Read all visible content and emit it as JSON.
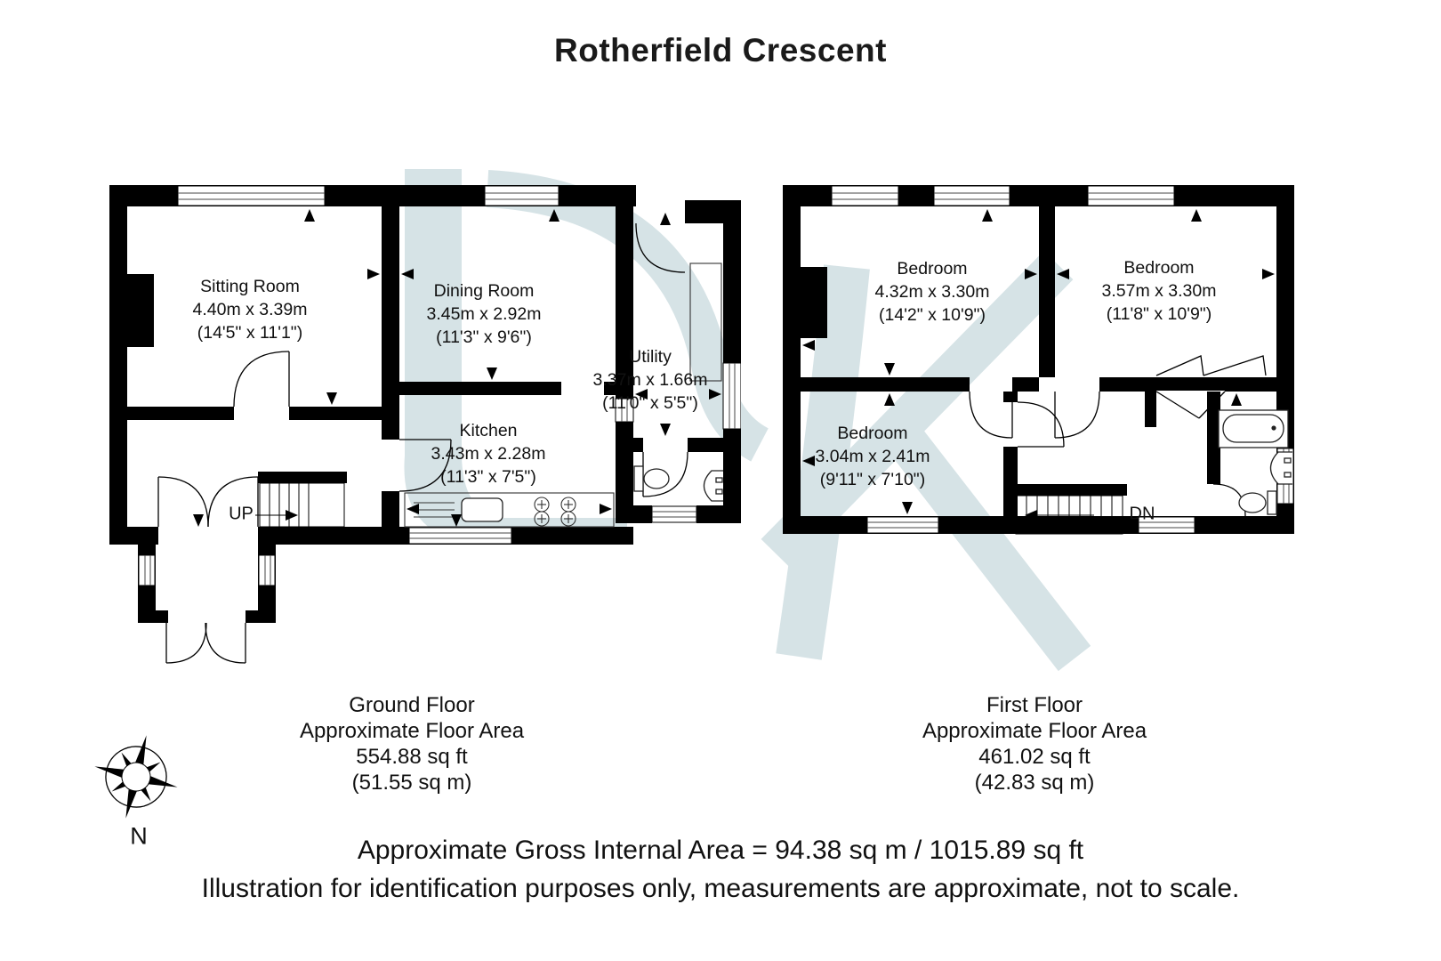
{
  "title": "Rotherfield Crescent",
  "ground_floor": {
    "rooms": [
      {
        "name": "Sitting Room",
        "metric": "4.40m x 3.39m",
        "imperial": "(14'5\" x 11'1\")"
      },
      {
        "name": "Dining Room",
        "metric": "3.45m x 2.92m",
        "imperial": "(11'3\" x 9'6\")"
      },
      {
        "name": "Utility",
        "metric": "3.37m x 1.66m",
        "imperial": "(11'0\" x 5'5\")"
      },
      {
        "name": "Kitchen",
        "metric": "3.43m x 2.28m",
        "imperial": "(11'3\" x 7'5\")"
      }
    ],
    "stairs_label": "UP",
    "caption": {
      "floor": "Ground Floor",
      "area_label": "Approximate Floor Area",
      "area_ft": "554.88 sq ft",
      "area_m": "(51.55 sq m)"
    }
  },
  "first_floor": {
    "rooms": [
      {
        "name": "Bedroom",
        "metric": "4.32m x 3.30m",
        "imperial": "(14'2\" x 10'9\")"
      },
      {
        "name": "Bedroom",
        "metric": "3.57m x 3.30m",
        "imperial": "(11'8\" x 10'9\")"
      },
      {
        "name": "Bedroom",
        "metric": "3.04m x 2.41m",
        "imperial": "(9'11\" x 7'10\")"
      }
    ],
    "stairs_label": "DN",
    "caption": {
      "floor": "First Floor",
      "area_label": "Approximate Floor Area",
      "area_ft": "461.02 sq ft",
      "area_m": "(42.83 sq m)"
    }
  },
  "compass": {
    "label": "N"
  },
  "footer": {
    "line1": "Approximate Gross Internal Area = 94.38 sq m / 1015.89 sq ft",
    "line2": "Illustration for identification purposes only, measurements are approximate, not to scale."
  },
  "colors": {
    "walls": "#000000",
    "watermark": "#d6e3e6"
  }
}
